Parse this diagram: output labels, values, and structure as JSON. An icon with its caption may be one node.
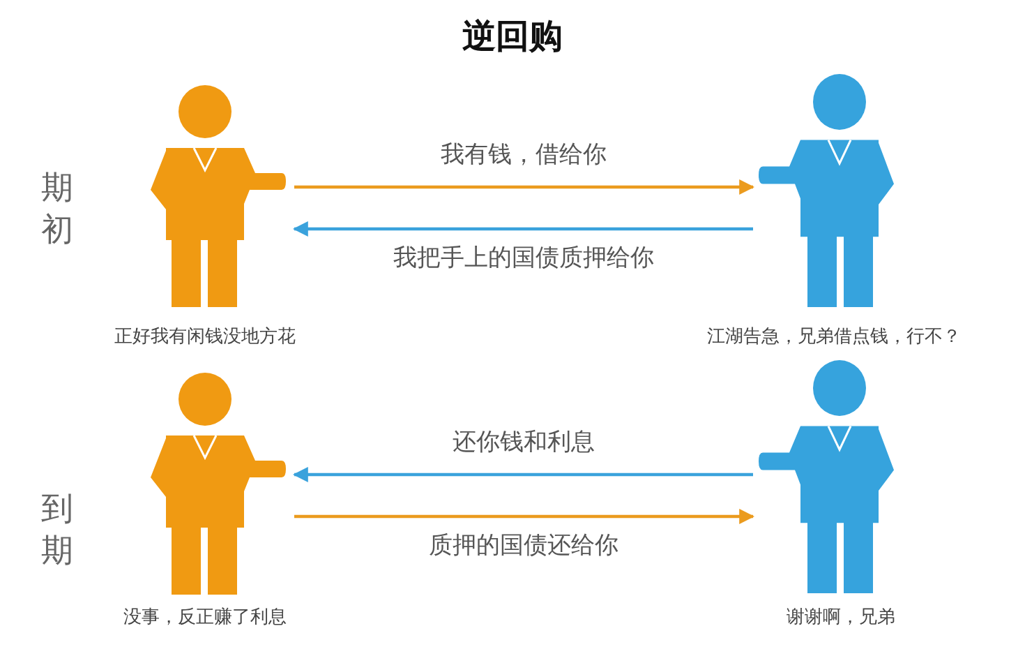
{
  "diagram": {
    "title": "逆回购",
    "nodes": [
      {
        "text": [],
        "shape": "person",
        "beside": [
          "正好我有闲钱没地方花"
        ]
      },
      {
        "text": [],
        "shape": "person",
        "beside": [
          "江湖告急，兄弟借点钱，行不？"
        ]
      },
      {
        "text": [],
        "shape": "person",
        "beside": [
          "没事，反正赚了利息"
        ]
      },
      {
        "text": [],
        "shape": "person",
        "beside": [
          "谢谢啊，兄弟"
        ]
      }
    ],
    "edges": [
      {
        "from": 0,
        "to": 1,
        "arrow": "to",
        "label": "我有钱，借给你",
        "color": "#eb9b1e"
      },
      {
        "from": 1,
        "to": 0,
        "arrow": "to",
        "label": "我把手上的国债质押给你",
        "color": "#3aa2dc"
      },
      {
        "from": 3,
        "to": 2,
        "arrow": "to",
        "label": "还你钱和利息",
        "color": "#3aa2dc"
      },
      {
        "from": 2,
        "to": 3,
        "arrow": "to",
        "label": "质押的国债还给你",
        "color": "#eb9b1e"
      }
    ],
    "labels": [
      "期初",
      "到期"
    ]
  }
}
